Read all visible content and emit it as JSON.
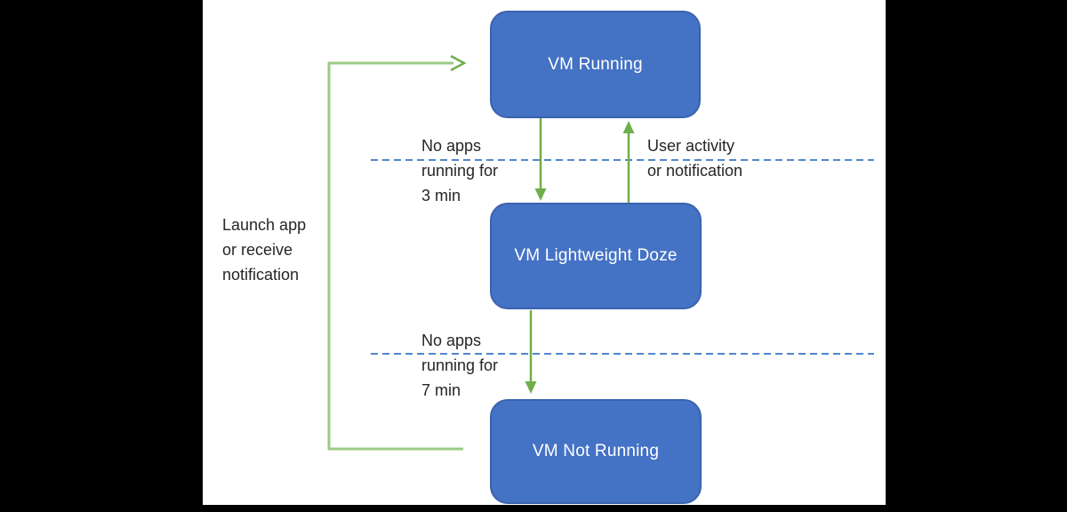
{
  "colors": {
    "node_fill": "#4472c4",
    "node_border": "#3a62ae",
    "node_text": "#ffffff",
    "arrow_green": "#6fae4b",
    "loop_green": "#9ccb84",
    "dashed_blue": "#4f86ce",
    "label_text": "#262626",
    "slide_background": "#ffffff",
    "letterbox": "#000000"
  },
  "nodes": {
    "running": {
      "label": "VM Running"
    },
    "doze": {
      "label": "VM Lightweight Doze"
    },
    "not_running": {
      "label": "VM Not Running"
    }
  },
  "labels": {
    "no_apps_3": {
      "lines": [
        "No apps",
        "running for",
        "3 min"
      ]
    },
    "user_activity": {
      "lines": [
        "User activity",
        "or notification"
      ]
    },
    "no_apps_7": {
      "lines": [
        "No apps",
        "running for",
        "7 min"
      ]
    },
    "launch_app": {
      "lines": [
        "Launch app",
        "or receive",
        "notification"
      ]
    }
  }
}
